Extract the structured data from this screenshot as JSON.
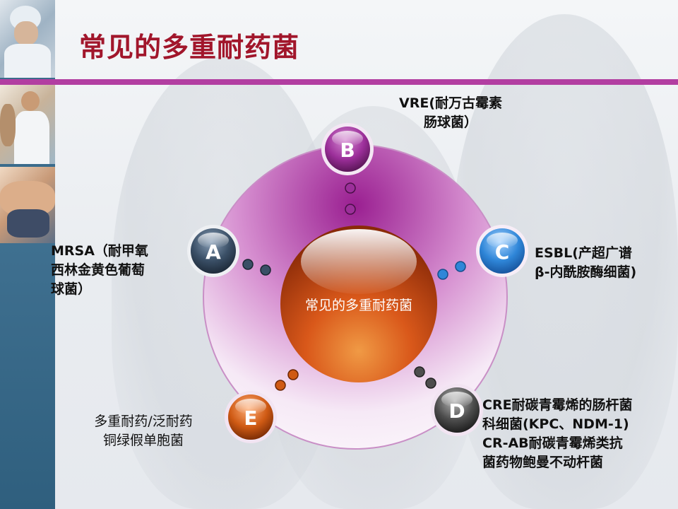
{
  "slide": {
    "title": "常见的多重耐药菌"
  },
  "diagram": {
    "center_label": "常见的多重耐药菌",
    "nodes": [
      {
        "letter": "B",
        "lines": [
          "VRE(耐万古霉素",
          "肠球菌）"
        ]
      },
      {
        "letter": "A",
        "lines": [
          "MRSA（耐甲氧",
          "西林金黄色葡萄",
          "球菌）"
        ]
      },
      {
        "letter": "C",
        "lines": [
          "ESBL(产超广谱",
          "β-内酰胺酶细菌)"
        ]
      },
      {
        "letter": "D",
        "lines": [
          "CRE耐碳青霉烯的肠杆菌",
          "科细菌(KPC、NDM-1)",
          "CR-AB耐碳青霉烯类抗",
          "菌药物鲍曼不动杆菌"
        ]
      },
      {
        "letter": "E",
        "lines": [
          "多重耐药/泛耐药",
          "铜绿假单胞菌"
        ]
      }
    ]
  },
  "colors": {
    "title": "#a1162b",
    "divider": "#b23ea1",
    "node_b": "#9c2f9a",
    "node_a": "#3a4f66",
    "node_c": "#2f86d8",
    "node_d": "#4d4d4d",
    "node_e": "#cf5a14",
    "center": "#d9581a"
  }
}
